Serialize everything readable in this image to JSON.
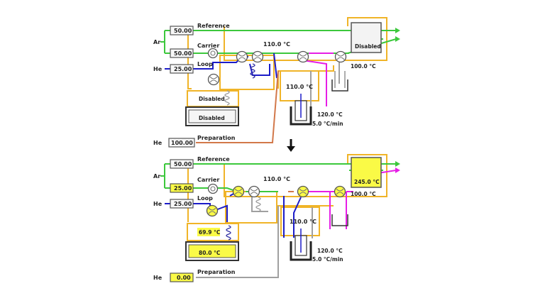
{
  "top": {
    "gas_ar": "Ar",
    "gas_he_loop": "He",
    "gas_he_prep": "He",
    "ref_value": "50.00",
    "ref_label": "Reference",
    "carrier_value": "50.00",
    "carrier_label": "Carrier",
    "loop_value": "25.00",
    "loop_label": "Loop",
    "prep_value": "100.00",
    "prep_label": "Preparation",
    "oven_temp": "110.0 °C",
    "valve_box_temp": "110.0 °C",
    "furnace_temp": "120.0 °C",
    "furnace_rate": "5.0 °C/min",
    "detector_status": "Disabled",
    "detector_temp": "100.0 °C",
    "trap_status": "Disabled",
    "bath_status": "Disabled"
  },
  "bottom": {
    "gas_ar": "Ar",
    "gas_he_loop": "He",
    "gas_he_prep": "He",
    "ref_value": "50.00",
    "ref_label": "Reference",
    "carrier_value": "25.00",
    "carrier_label": "Carrier",
    "loop_value": "25.00",
    "loop_label": "Loop",
    "prep_value": "0.00",
    "prep_label": "Preparation",
    "oven_temp": "110.0 °C",
    "valve_box_temp": "110.0 °C",
    "furnace_temp": "120.0 °C",
    "furnace_rate": "5.0 °C/min",
    "detector_status": "245.0 °C",
    "detector_temp": "100.0 °C",
    "trap_status": "69.9 °C",
    "bath_status": "80.0 °C"
  },
  "colors": {
    "line_green": "#3cc83c",
    "line_blue": "#1c1cc8",
    "line_magenta": "#e61ee6",
    "line_orange": "#d2784a",
    "line_gray": "#a0a0a0",
    "frame_orange": "#f0b428",
    "active_yellow": "#fafa46"
  },
  "icons": [
    "down-arrow-icon",
    "valve-icon",
    "flow-controller-icon",
    "furnace-icon",
    "detector-icon",
    "coil-icon"
  ]
}
